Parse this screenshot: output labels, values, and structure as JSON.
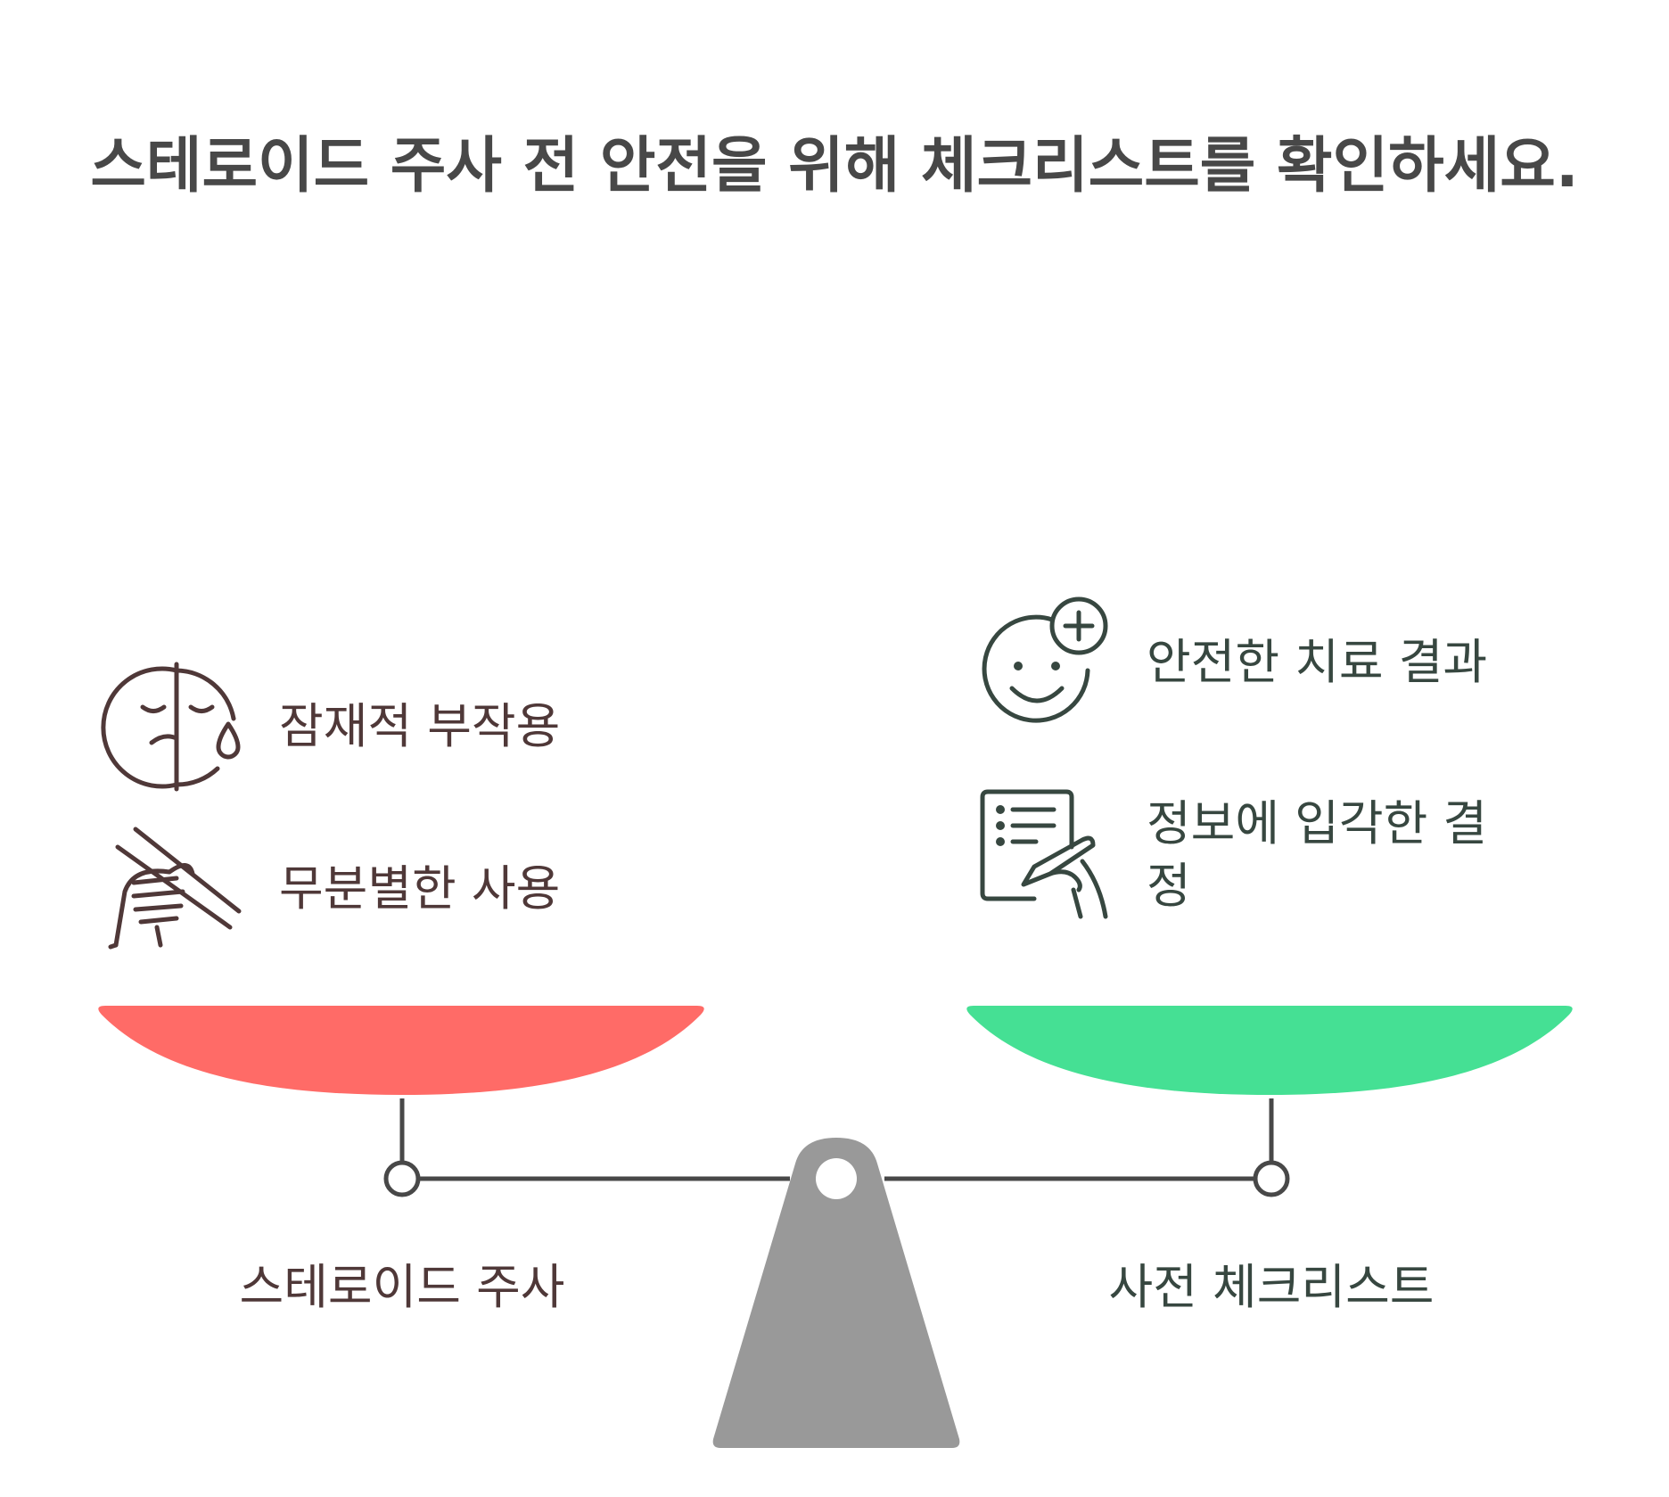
{
  "title": "스테로이드 주사 전 안전을 위해 체크리스트를 확인하세요.",
  "left": {
    "name": "스테로이드 주사",
    "color": "#ff6b67",
    "text_color": "#4f3838",
    "items": [
      {
        "label": "잠재적 부작용",
        "icon": "sad-face-icon"
      },
      {
        "label": "무분별한 사용",
        "icon": "hand-holding-needles-icon"
      }
    ]
  },
  "right": {
    "name": "사전 체크리스트",
    "color": "#45e094",
    "text_color": "#374740",
    "items": [
      {
        "label": "안전한 치료 결과",
        "icon": "happy-face-plus-icon"
      },
      {
        "label_line1": "정보에 입각한 결",
        "label_line2": "정",
        "icon": "checklist-writing-icon"
      }
    ]
  },
  "fulcrum_color": "#999999",
  "beam_color": "#484848"
}
